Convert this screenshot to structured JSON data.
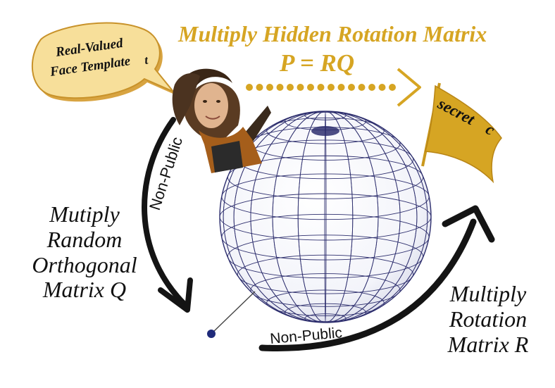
{
  "title": {
    "line1": "Multiply Hidden Rotation Matrix",
    "line2": "P = RQ"
  },
  "speech_bubble": {
    "line1": "Real-Valued",
    "line2": "Face Template",
    "symbol": "t"
  },
  "flag": {
    "text": "secret",
    "symbol": "c"
  },
  "left_step": [
    "Mutiply",
    "Random",
    "Orthogonal",
    "Matrix Q"
  ],
  "right_step": [
    "Multiply",
    "Rotation",
    "Matrix R"
  ],
  "arc_labels": {
    "left": "Non-Public",
    "bottom": "Non-Public"
  },
  "colors": {
    "gold": "#d6a523",
    "bubble_fill": "#f7df9a",
    "sphere_line": "#2e2f6e",
    "arrow": "#141414"
  },
  "icons": {
    "person": "face-photo",
    "flag": "flag-icon",
    "sphere": "wireframe-sphere-icon"
  }
}
